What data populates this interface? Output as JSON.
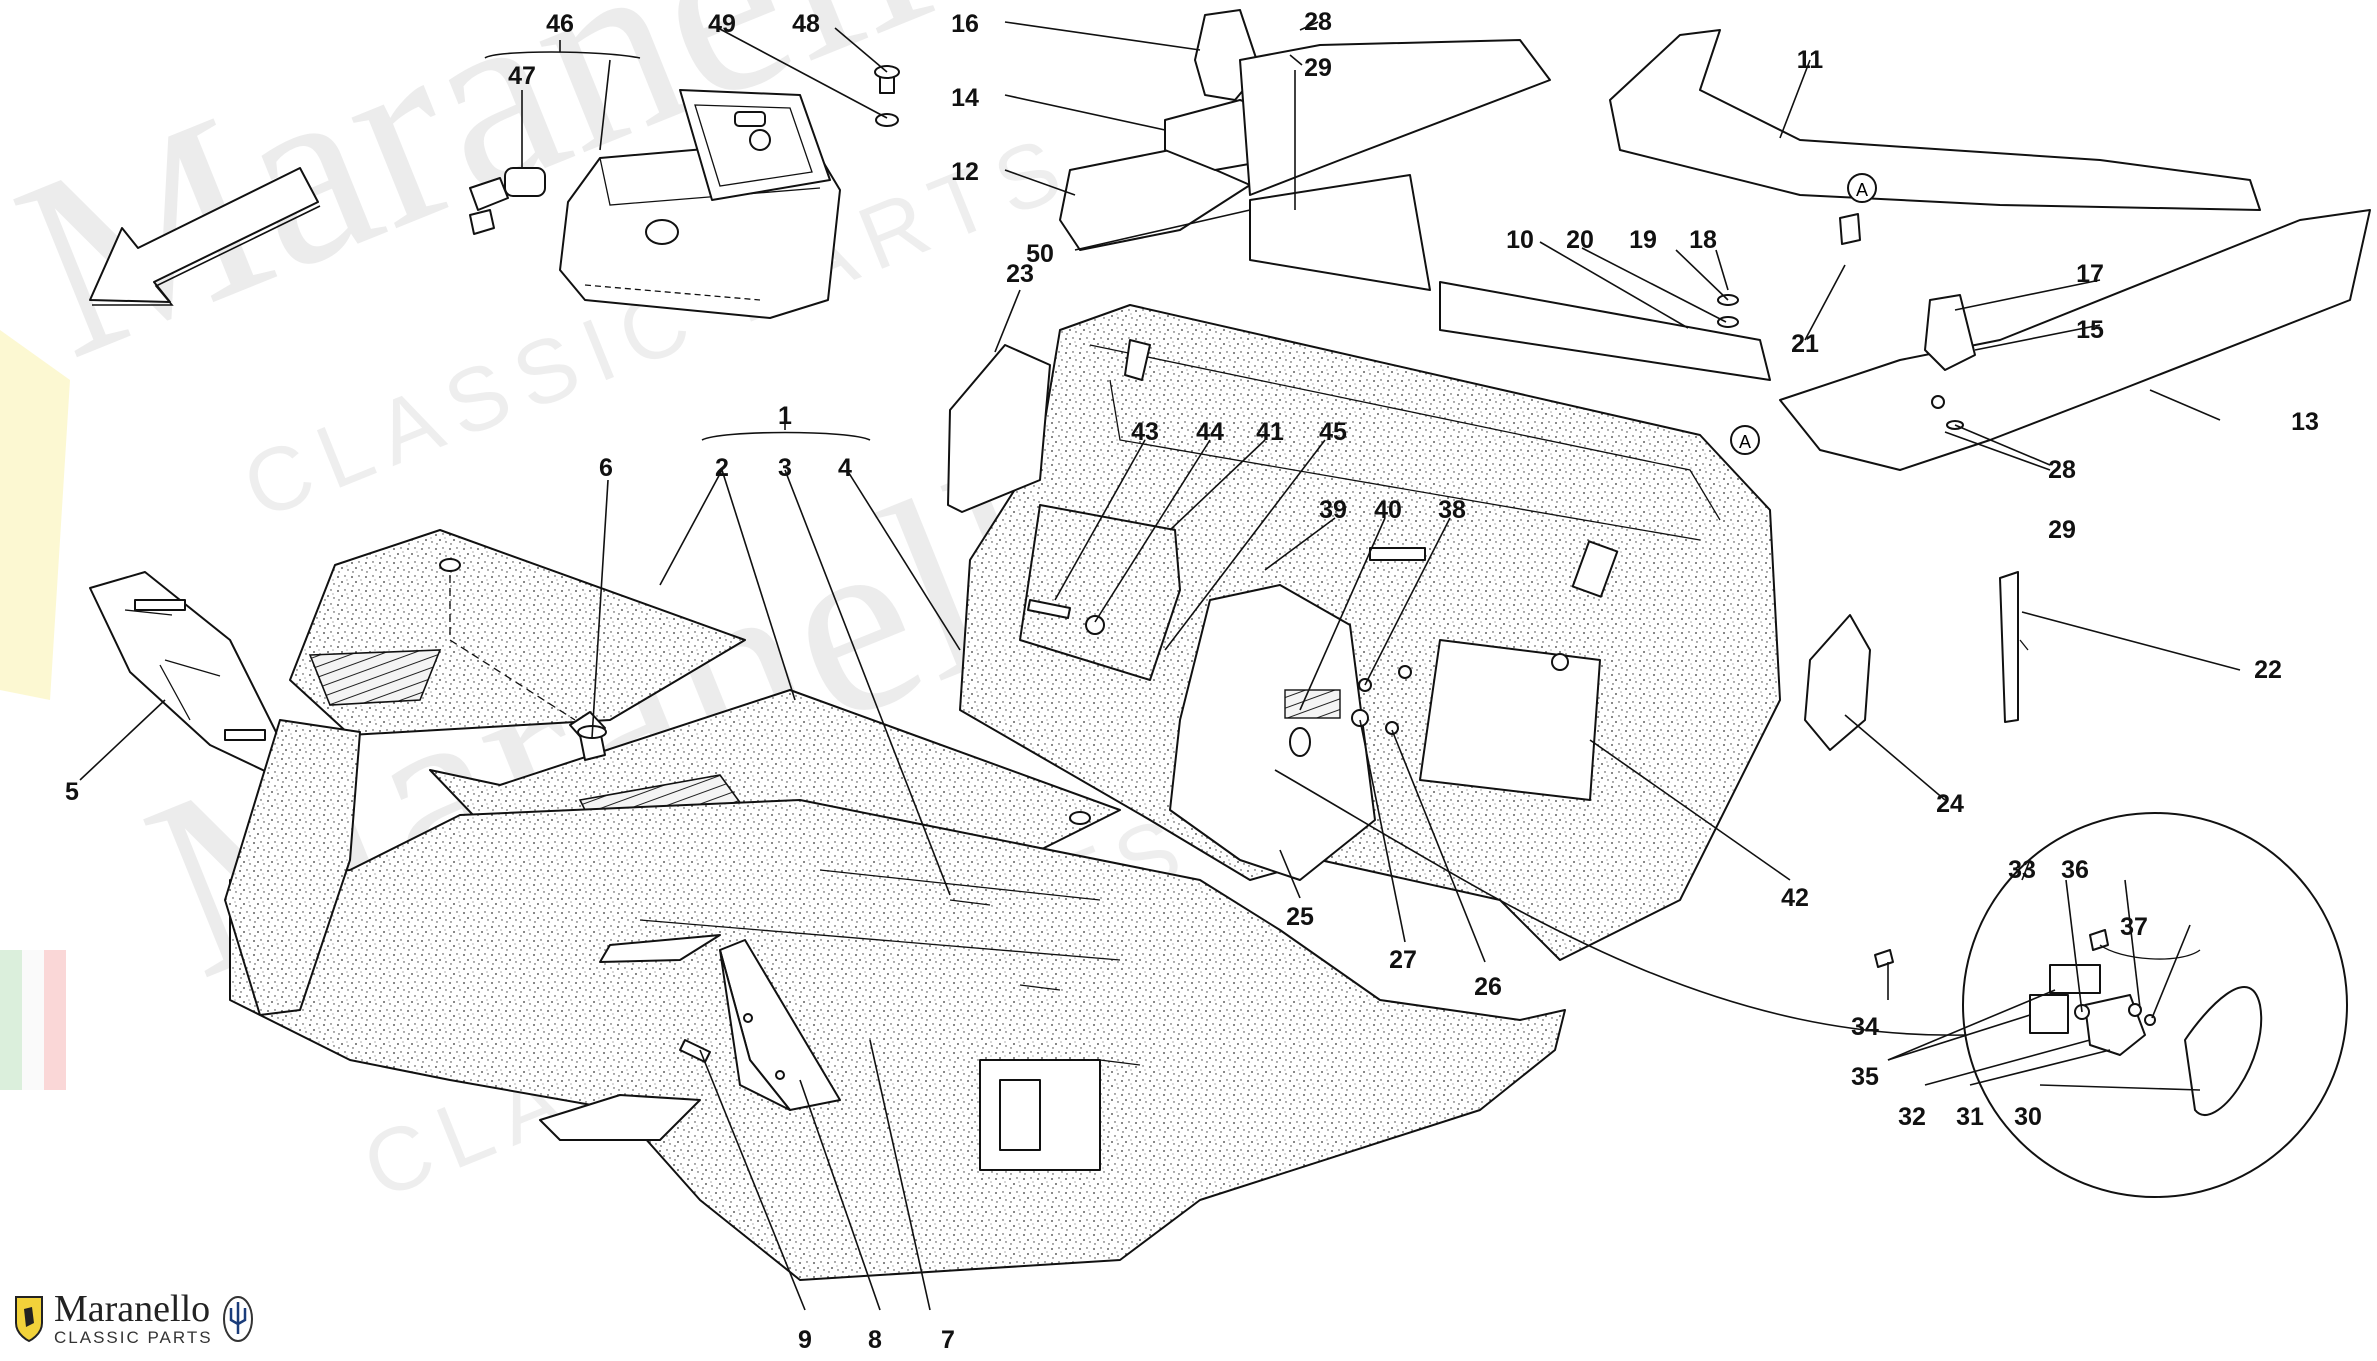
{
  "brand": {
    "name": "Maranello",
    "subtitle": "CLASSIC PARTS"
  },
  "watermark": {
    "large": "Maranello",
    "small": "CLASSIC PARTS"
  },
  "callouts": {
    "c1": "1",
    "c2": "2",
    "c3": "3",
    "c4": "4",
    "c5": "5",
    "c6": "6",
    "c7": "7",
    "c8": "8",
    "c9": "9",
    "c10": "10",
    "c11": "11",
    "c12": "12",
    "c13": "13",
    "c14": "14",
    "c15": "15",
    "c16": "16",
    "c17": "17",
    "c18": "18",
    "c19": "19",
    "c20": "20",
    "c21": "21",
    "c22": "22",
    "c23": "23",
    "c24": "24",
    "c25": "25",
    "c26": "26",
    "c27": "27",
    "c28a": "28",
    "c28b": "28",
    "c29a": "29",
    "c29b": "29",
    "c30": "30",
    "c31": "31",
    "c32": "32",
    "c33": "33",
    "c34": "34",
    "c35": "35",
    "c36": "36",
    "c37": "37",
    "c38": "38",
    "c39": "39",
    "c40": "40",
    "c41": "41",
    "c42": "42",
    "c43": "43",
    "c44": "44",
    "c45": "45",
    "c46": "46",
    "c47": "47",
    "c48": "48",
    "c49": "49",
    "c50": "50"
  },
  "reference_marks": {
    "a1": "A",
    "a2": "A"
  }
}
